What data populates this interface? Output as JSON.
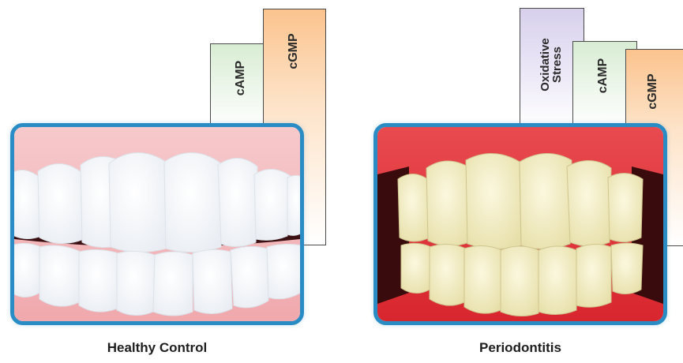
{
  "healthy": {
    "caption": "Healthy Control",
    "markers": [
      {
        "label": "cAMP",
        "color": "green"
      },
      {
        "label": "cGMP",
        "color": "orange"
      }
    ]
  },
  "periodontitis": {
    "caption": "Periodontitis",
    "markers": [
      {
        "label": "Oxidative Stress",
        "line1": "Oxidative",
        "line2": "Stress",
        "color": "purple"
      },
      {
        "label": "cAMP",
        "color": "green"
      },
      {
        "label": "cGMP",
        "color": "orange"
      }
    ]
  },
  "colors": {
    "panel_border": "#2a8cc4",
    "healthy_gum": "#f2b3b6",
    "periodontitis_gum": "#e0353c",
    "healthy_teeth": "#ffffff",
    "periodontitis_teeth": "#f3efc8"
  }
}
